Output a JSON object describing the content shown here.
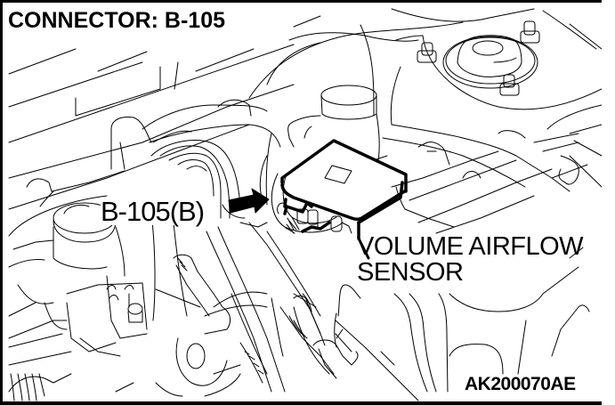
{
  "diagram": {
    "title": "CONNECTOR: B-105",
    "connector_callout": "B-105(B)",
    "component_label": {
      "line1": "VOLUME AIRFLOW",
      "line2": "SENSOR"
    },
    "figure_code": "AK200070AE",
    "colors": {
      "ink": "#000000",
      "paper": "#ffffff"
    }
  }
}
